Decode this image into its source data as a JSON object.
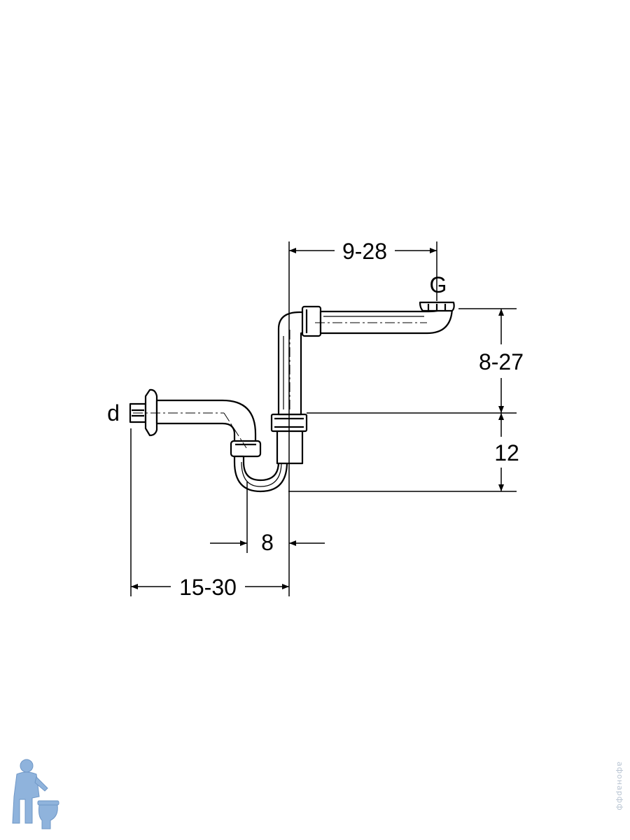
{
  "diagram": {
    "labels": {
      "outlet_diameter": "d",
      "inlet_thread": "G"
    },
    "dimensions": {
      "horizontal_offset_top": "9-28",
      "vertical_offset_upper": "8-27",
      "vertical_offset_lower": "12",
      "bend_offset": "8",
      "wall_distance": "15-30"
    }
  },
  "brand": {
    "logo": "plumber-mascot-icon",
    "watermark_text": "афонарфф"
  },
  "colors": {
    "line": "#000000",
    "watermark": "#b8c4d2",
    "logo_blue": "#8fb3dc"
  }
}
